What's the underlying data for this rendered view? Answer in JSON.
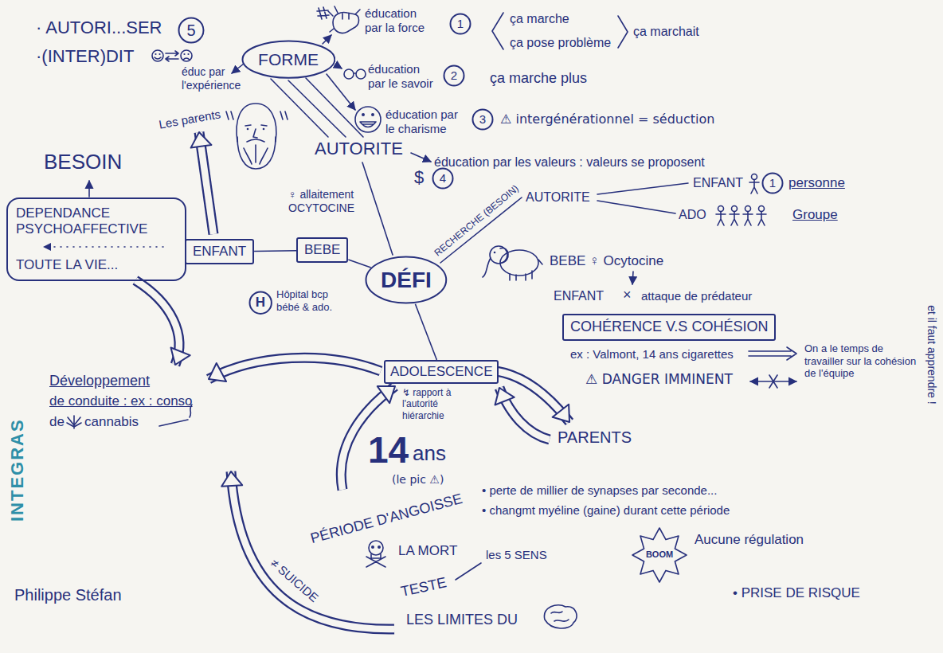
{
  "diagram": {
    "nodes": [
      {
        "text": [
          "5"
        ]
      },
      {
        "text": [
          "FORME"
        ]
      },
      {
        "text": [
          "1"
        ]
      },
      {
        "text": [
          "2"
        ]
      },
      {
        "text": [
          "3"
        ]
      },
      {
        "text": [
          "4"
        ]
      },
      {
        "text": [
          "1"
        ]
      },
      {
        "text": [
          "DEPENDANCE PSYCHOAFFECTIVE",
          "TOUTE LA VIE..."
        ]
      },
      {
        "text": [
          "ENFANT"
        ]
      },
      {
        "text": [
          "BEBE"
        ]
      },
      {
        "text": [
          "DÉFI"
        ]
      },
      {
        "text": [
          "H"
        ]
      },
      {
        "text": [
          "COHÉRENCE V.S COHÉSION"
        ]
      },
      {
        "text": [
          "ADOLESCENCE"
        ]
      }
    ],
    "edges": [
      {
        "from": 8,
        "to": 9,
        "arrow": "none"
      },
      {
        "from": 9,
        "to": 10,
        "arrow": "none"
      },
      {
        "from": 10,
        "to": 13,
        "arrow": "none"
      }
    ],
    "labels": [
      "· AUTORI...SER",
      "·(INTER)DIT",
      "éduc par l'expérience",
      "éducation par la force",
      "ça marche",
      "ça pose problème",
      "ça marchait",
      "éducation par le savoir",
      "ça marche plus",
      "éducation par le charisme",
      "⚠ intergénérationnel = séduction",
      "AUTORITE",
      "éducation par les valeurs : valeurs se proposent",
      "$",
      "Les parents",
      "♀ allaitement OCYTOCINE",
      "BESOIN",
      "AUTORITE",
      "ENFANT",
      "personne",
      "ADO",
      "Groupe",
      "RECHERCHE (BESOIN)",
      "Hôpital bcp bébé & ado.",
      "BEBE ♀ Ocytocine",
      "ENFANT",
      "×",
      "attaque de prédateur",
      "ex : Valmont, 14 ans cigarettes",
      "On a le temps de travailler sur la cohésion de l'équipe",
      "⚠ DANGER IMMINENT",
      "et il faut apprendre !",
      "↯ rapport à l'autorité hiérarchie",
      "PARENTS",
      "14",
      "ans",
      "(le pic ⚠)",
      "PÉRIODE D'ANGOISSE",
      "LA MORT",
      "• perte de millier de synapses par seconde...",
      "• changmt myéline (gaine) durant cette période",
      "les 5 SENS",
      "BOOM",
      "Aucune régulation",
      "• PRISE DE RISQUE",
      "TESTE",
      "LES LIMITES DU",
      "≠ SUICIDE",
      "Développement",
      "de conduite : ex : conso",
      "de",
      "cannabis",
      "INTEGRAS",
      "Philippe Stéfan"
    ]
  }
}
